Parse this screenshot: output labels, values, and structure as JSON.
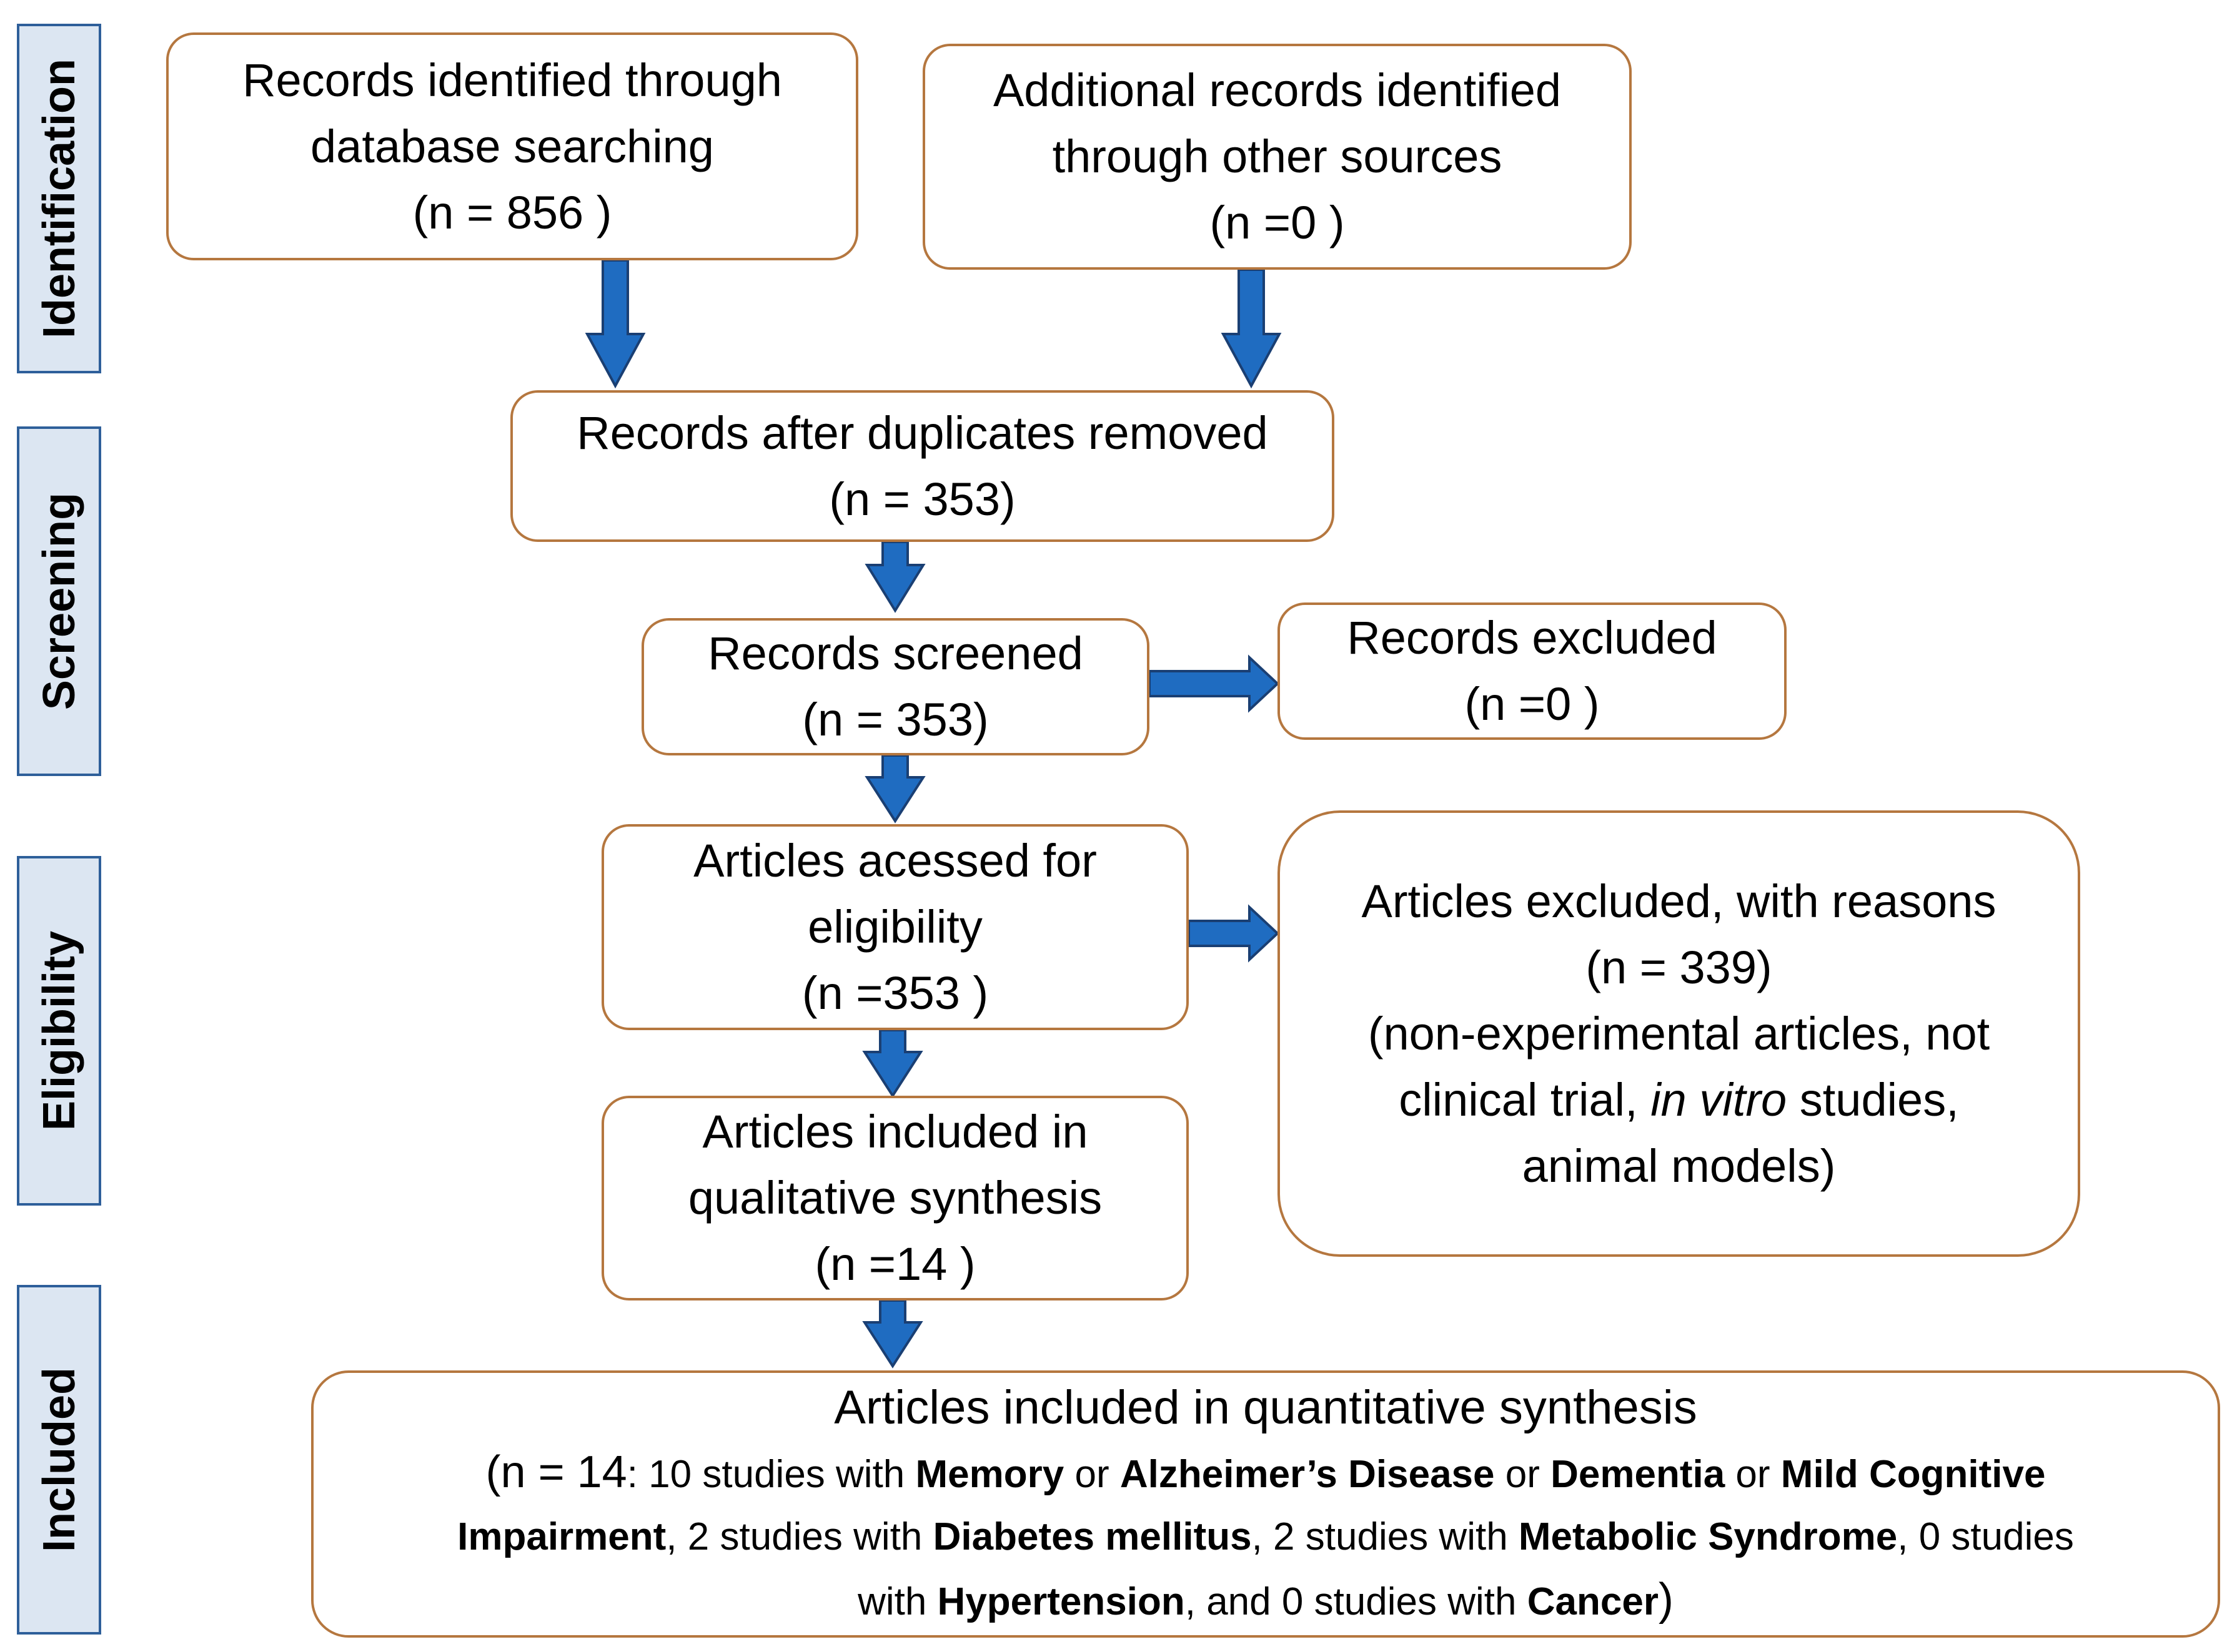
{
  "phases": [
    "Identification",
    "Screening",
    "Eligibility",
    "Included"
  ],
  "boxes": {
    "db_search": {
      "line1": "Records identified through",
      "line2": "database searching",
      "line3": "(n = 856 )"
    },
    "other_sources": {
      "line1": "Additional records identified",
      "line2": "through other sources",
      "line3": "(n =0 )"
    },
    "after_duplicates": {
      "line1": "Records after duplicates removed",
      "line2": "(n = 353)"
    },
    "screened": {
      "line1": "Records screened",
      "line2": "(n = 353)"
    },
    "excluded": {
      "line1": "Records excluded",
      "line2": "(n =0 )"
    },
    "eligibility": {
      "line1": "Articles acessed for",
      "line2": "eligibility",
      "line3": "(n =353 )"
    },
    "excluded_reasons": {
      "line1": "Articles excluded, with reasons",
      "line2": "(n = 339)",
      "line3": "(non-experimental articles, not",
      "line4a": "clinical trial, ",
      "line4b": "in vitro",
      "line4c": " studies,",
      "line5": "animal models)"
    },
    "qualitative": {
      "line1": "Articles included in",
      "line2": "qualitative synthesis",
      "line3": "(n =14 )"
    },
    "quantitative": {
      "title": "Articles included in quantitative synthesis",
      "n_open": "(n = 14",
      "t1": ": 10 studies with  ",
      "b1": "Memory",
      "t2": " or ",
      "b2": "Alzheimer’s Disease",
      "t3": " or ",
      "b3": "Dementia",
      "t4": " or ",
      "b4": "Mild Cognitive",
      "b5": "Impairment",
      "t5": ", 2 studies with ",
      "b6": "Diabetes mellitus",
      "t6": ", 2 studies with ",
      "b7": "Metabolic Syndrome",
      "t7": ", 0 studies",
      "t8": "with ",
      "b8": "Hypertension",
      "t9": ", and 0 studies with ",
      "b9": "Cancer",
      "close": ")"
    }
  },
  "colors": {
    "box_border": "#b5773f",
    "arrow_fill": "#1f6cc1",
    "arrow_stroke": "#1a3f73",
    "phase_fill": "#dce6f2",
    "phase_border": "#2e5f9a"
  }
}
